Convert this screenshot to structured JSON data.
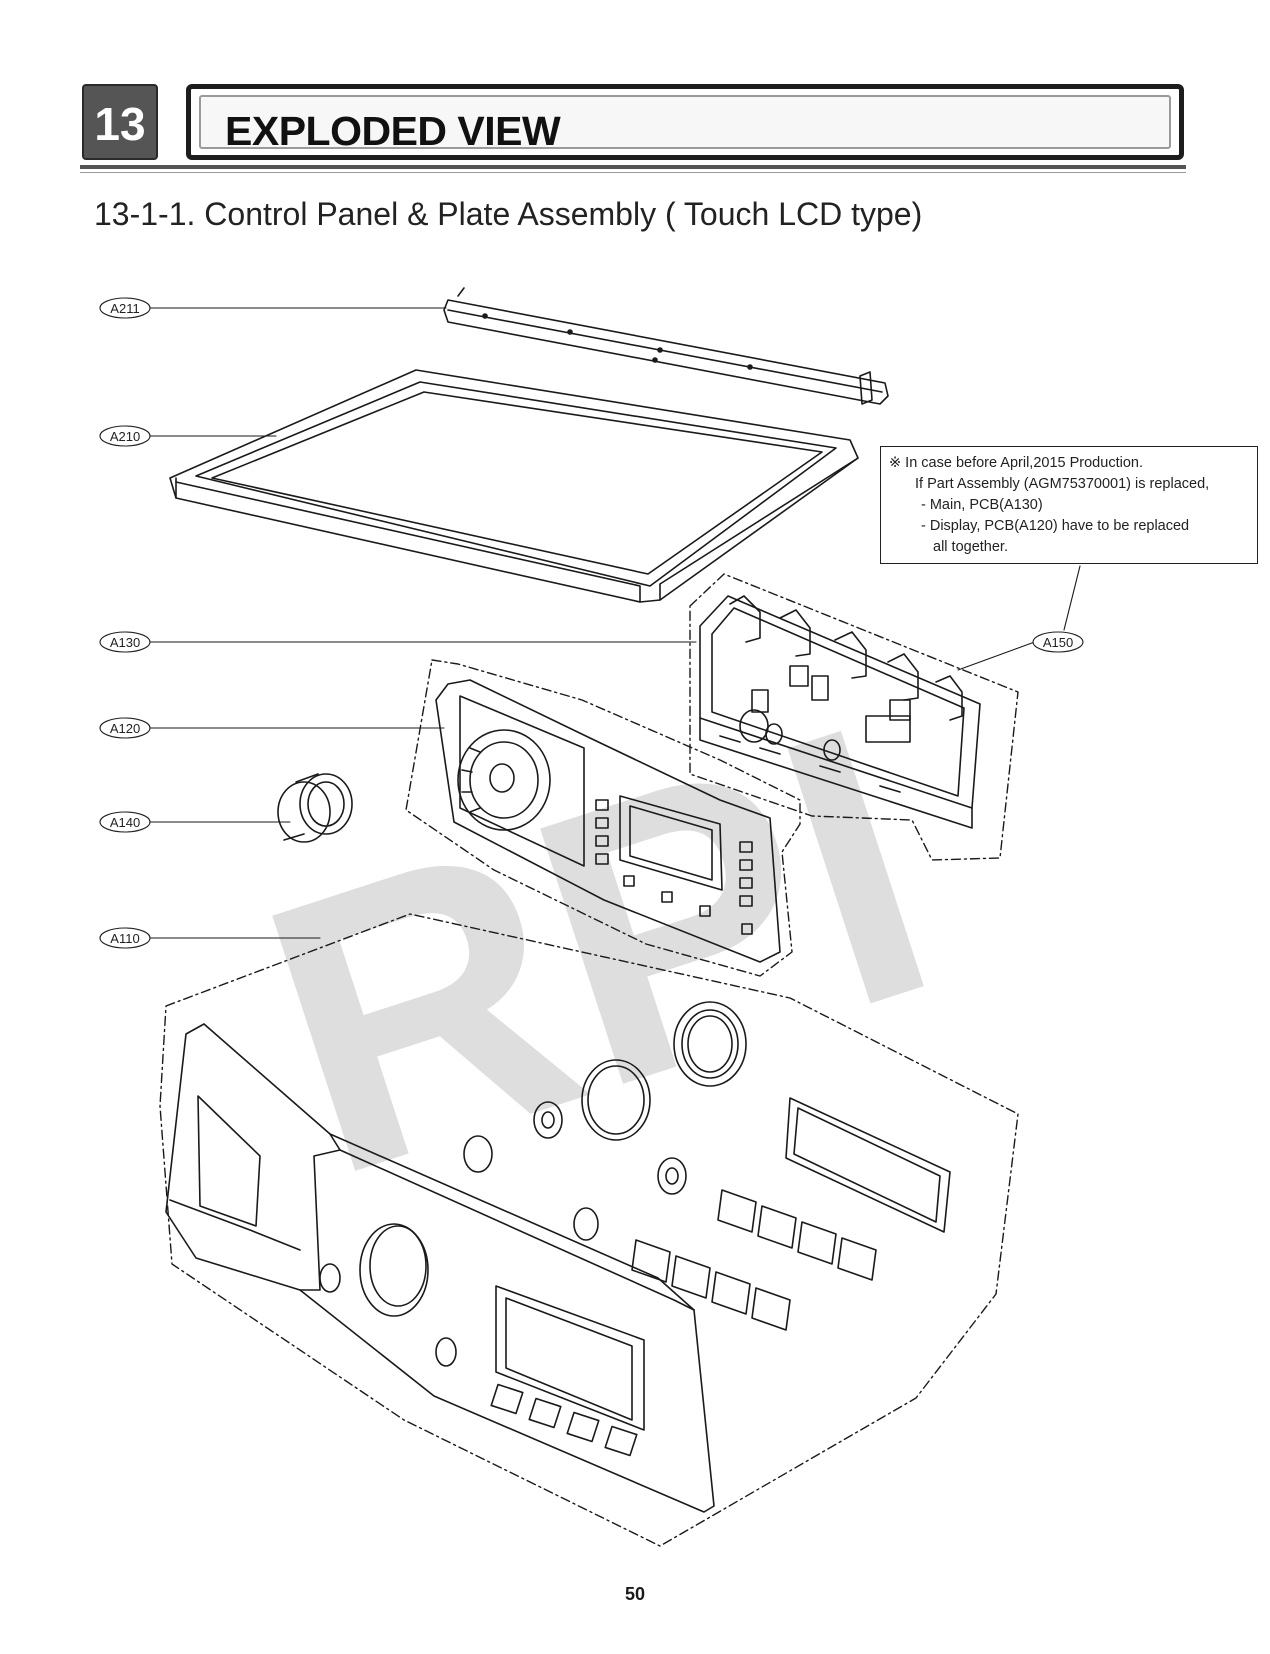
{
  "header": {
    "chapter_number": "13",
    "chapter_title": "EXPLODED VIEW"
  },
  "section": {
    "title": "13-1-1. Control Panel & Plate Assembly ( Touch LCD type)"
  },
  "callouts": [
    {
      "id": "A211"
    },
    {
      "id": "A210"
    },
    {
      "id": "A130"
    },
    {
      "id": "A120"
    },
    {
      "id": "A140"
    },
    {
      "id": "A110"
    },
    {
      "id": "A150"
    }
  ],
  "note": {
    "lines": [
      "※ In case before April,2015 Production.",
      "If Part Assembly (AGM75370001) is replaced,",
      "- Main, PCB(A130)",
      "- Display, PCB(A120) have to be replaced",
      "all together."
    ]
  },
  "watermark": "RPI",
  "footer": {
    "page_number": "50"
  }
}
